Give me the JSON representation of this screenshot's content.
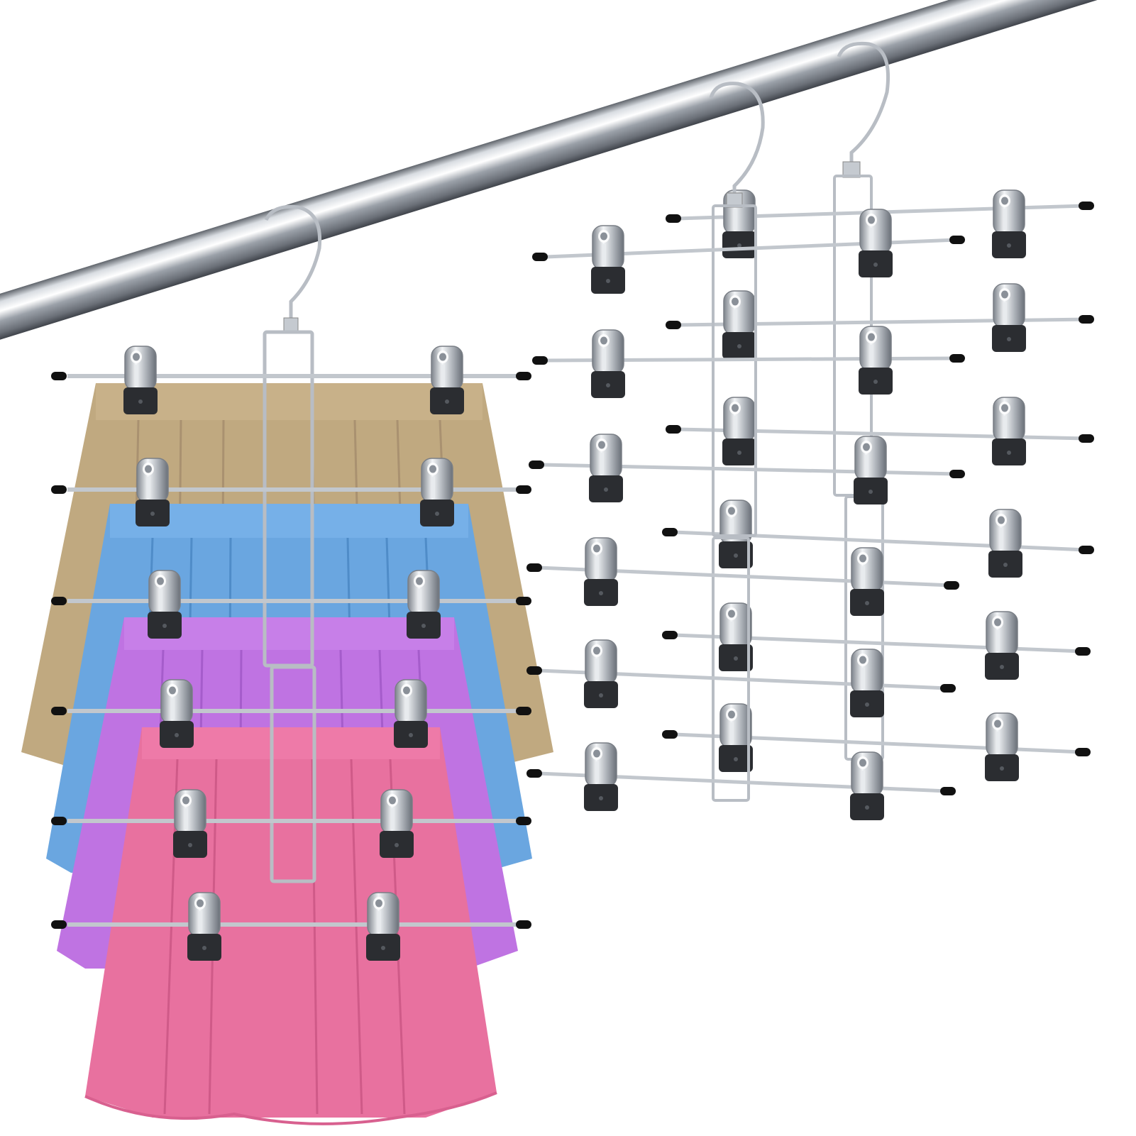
{
  "photo": {
    "background_color": "#ffffff",
    "skirt_colors": [
      "#c0a980",
      "#6aa6e0",
      "#bf73e2",
      "#e8719f"
    ],
    "metal_color": "#b8bdc4",
    "clip_body_color": "#2b2d31",
    "hanger_count": 3,
    "clip_pairs_per_hanger": 6,
    "skirts_shown": 4
  }
}
